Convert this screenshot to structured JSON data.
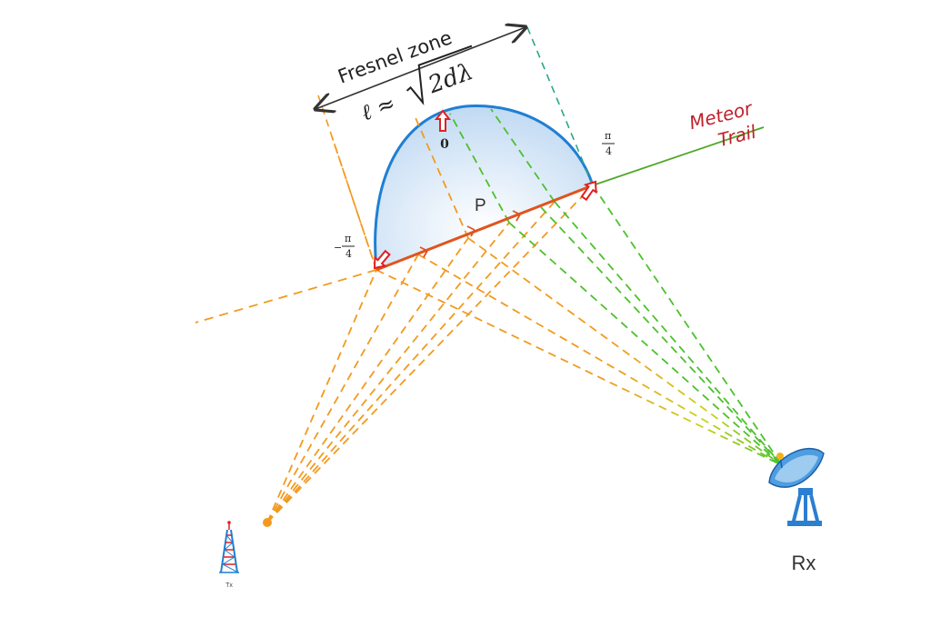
{
  "labels": {
    "fresnel_zone": "Fresnel zone",
    "formula_left": "ℓ ≈",
    "formula_radicand": "2dλ",
    "meteor_trail_line1": "Meteor",
    "meteor_trail_line2": "Trail",
    "point_p": "P",
    "phase_zero": "0",
    "phase_left_num": "π",
    "phase_left_den": "4",
    "phase_left_sign": "−",
    "phase_right_num": "π",
    "phase_right_den": "4",
    "rx": "Rx",
    "tx": "Tx"
  },
  "colors": {
    "trail": "#e0541e",
    "trail_extension": "#4fa82a",
    "fresnel_outline": "#1f7fd4",
    "fresnel_fill": "#cfe3f6",
    "tx_rays": "#f29a1f",
    "rx_rays": "#4cc12b",
    "phase_arrows": "#e02020",
    "meteor_text": "#c0202a",
    "dimension": "#333333"
  }
}
